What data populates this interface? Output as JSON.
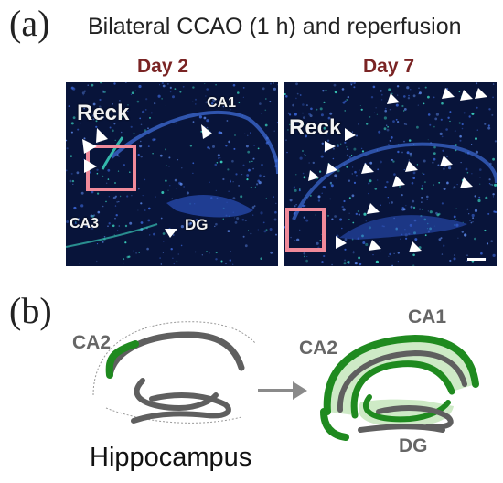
{
  "panel_a": {
    "label": "(a)",
    "title": "Bilateral CCAO (1 h) and reperfusion",
    "day2": {
      "header": "Day 2",
      "labels": {
        "reck": "Reck",
        "ca1": "CA1",
        "ca3": "CA3",
        "dg": "DG"
      }
    },
    "day7": {
      "header": "Day 7",
      "labels": {
        "reck": "Reck"
      }
    }
  },
  "panel_b": {
    "label": "(b)",
    "left": {
      "ca2": "CA2",
      "caption": "Hippocampus"
    },
    "right": {
      "ca2": "CA2",
      "ca1": "CA1",
      "dg": "DG"
    }
  },
  "colors": {
    "micrograph_bg": "#08143a",
    "signal": "#3fe0c8",
    "roi_box": "#f08a9a",
    "expression_green": "#1f8a1f",
    "expression_fill": "#c9e8c0",
    "hippocampus_gray": "#5f5f5f",
    "arrow_gray": "#8a8a8a"
  }
}
